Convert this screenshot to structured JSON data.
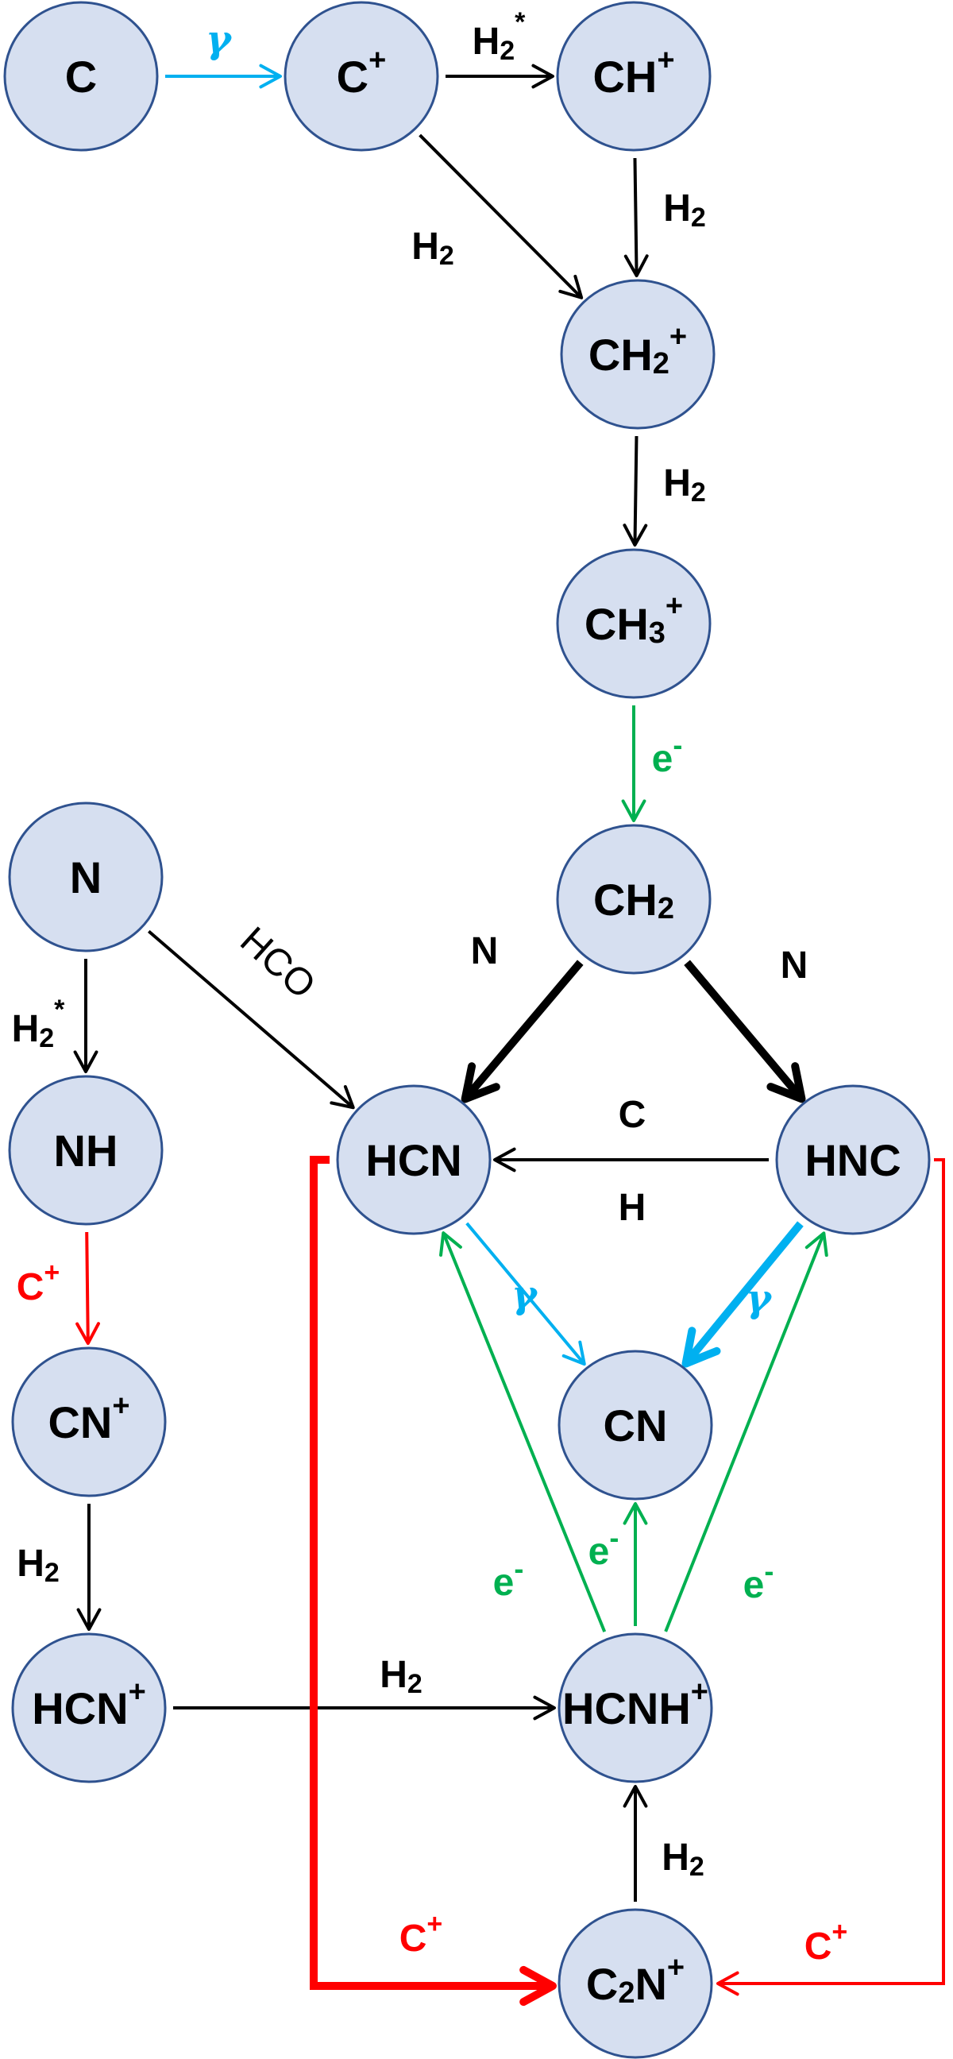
{
  "title": "Carbon–nitrogen chemical reaction network",
  "colors": {
    "node_fill": "#d6dff0",
    "node_stroke": "#2f528f",
    "black": "#000000",
    "photon_blue": "#00b0f0",
    "electron_green": "#00b050",
    "cplus_red": "#ff0000"
  },
  "nodes": [
    {
      "id": "C",
      "label": "C",
      "sup": ""
    },
    {
      "id": "Cp",
      "label": "C",
      "sup": "+"
    },
    {
      "id": "CHp",
      "label": "CH",
      "sup": "+"
    },
    {
      "id": "CH2p",
      "label": "CH",
      "sub": "2",
      "sup": "+"
    },
    {
      "id": "CH3p",
      "label": "CH",
      "sub": "3",
      "sup": "+"
    },
    {
      "id": "CH2",
      "label": "CH",
      "sub": "2",
      "sup": ""
    },
    {
      "id": "N",
      "label": "N",
      "sup": ""
    },
    {
      "id": "NH",
      "label": "NH",
      "sup": ""
    },
    {
      "id": "CNp",
      "label": "CN",
      "sup": "+"
    },
    {
      "id": "HCNp",
      "label": "HCN",
      "sup": "+"
    },
    {
      "id": "HCN",
      "label": "HCN",
      "sup": ""
    },
    {
      "id": "HNC",
      "label": "HNC",
      "sup": ""
    },
    {
      "id": "CN",
      "label": "CN",
      "sup": ""
    },
    {
      "id": "HCNHp",
      "label": "HCNH",
      "sup": "+"
    },
    {
      "id": "C2Np",
      "label": "C",
      "sub": "2",
      "mid": "N",
      "sup": "+"
    }
  ],
  "reactions": [
    {
      "from": "C",
      "to": "Cp",
      "reactant": "γ",
      "type": "photon",
      "weight": "normal"
    },
    {
      "from": "Cp",
      "to": "CHp",
      "reactant": "H2*",
      "type": "neutral",
      "weight": "normal"
    },
    {
      "from": "Cp",
      "to": "CH2p",
      "reactant": "H2",
      "type": "neutral",
      "weight": "normal"
    },
    {
      "from": "CHp",
      "to": "CH2p",
      "reactant": "H2",
      "type": "neutral",
      "weight": "normal"
    },
    {
      "from": "CH2p",
      "to": "CH3p",
      "reactant": "H2",
      "type": "neutral",
      "weight": "normal"
    },
    {
      "from": "CH3p",
      "to": "CH2",
      "reactant": "e-",
      "type": "electron",
      "weight": "normal"
    },
    {
      "from": "CH2",
      "to": "HCN",
      "reactant": "N",
      "type": "neutral",
      "weight": "strong"
    },
    {
      "from": "CH2",
      "to": "HNC",
      "reactant": "N",
      "type": "neutral",
      "weight": "strong"
    },
    {
      "from": "N",
      "to": "HCN",
      "reactant": "HCO",
      "type": "neutral",
      "weight": "normal"
    },
    {
      "from": "N",
      "to": "NH",
      "reactant": "H2*",
      "type": "neutral",
      "weight": "normal"
    },
    {
      "from": "NH",
      "to": "CNp",
      "reactant": "C+",
      "type": "ion",
      "weight": "normal"
    },
    {
      "from": "CNp",
      "to": "HCNp",
      "reactant": "H2",
      "type": "neutral",
      "weight": "normal"
    },
    {
      "from": "HCNp",
      "to": "HCNHp",
      "reactant": "H2",
      "type": "neutral",
      "weight": "normal"
    },
    {
      "from": "HNC",
      "to": "HCN",
      "reactant": "C / H",
      "type": "neutral",
      "weight": "normal"
    },
    {
      "from": "HCN",
      "to": "CN",
      "reactant": "γ",
      "type": "photon",
      "weight": "normal"
    },
    {
      "from": "HNC",
      "to": "CN",
      "reactant": "γ",
      "type": "photon",
      "weight": "strong"
    },
    {
      "from": "HCNHp",
      "to": "HCN",
      "reactant": "e-",
      "type": "electron",
      "weight": "normal"
    },
    {
      "from": "HCNHp",
      "to": "CN",
      "reactant": "e-",
      "type": "electron",
      "weight": "normal"
    },
    {
      "from": "HCNHp",
      "to": "HNC",
      "reactant": "e-",
      "type": "electron",
      "weight": "normal"
    },
    {
      "from": "C2Np",
      "to": "HCNHp",
      "reactant": "H2",
      "type": "neutral",
      "weight": "normal"
    },
    {
      "from": "HCN",
      "to": "C2Np",
      "reactant": "C+",
      "type": "ion",
      "weight": "strong"
    },
    {
      "from": "HNC",
      "to": "C2Np",
      "reactant": "C+",
      "type": "ion",
      "weight": "normal"
    }
  ],
  "labels": {
    "gamma": "γ",
    "h2": "H",
    "sub2": "2",
    "star": "*",
    "electron": "e",
    "minus": "-",
    "n": "N",
    "hco": "HCO",
    "c": "C",
    "h": "H",
    "cplus_c": "C",
    "plus": "+"
  }
}
